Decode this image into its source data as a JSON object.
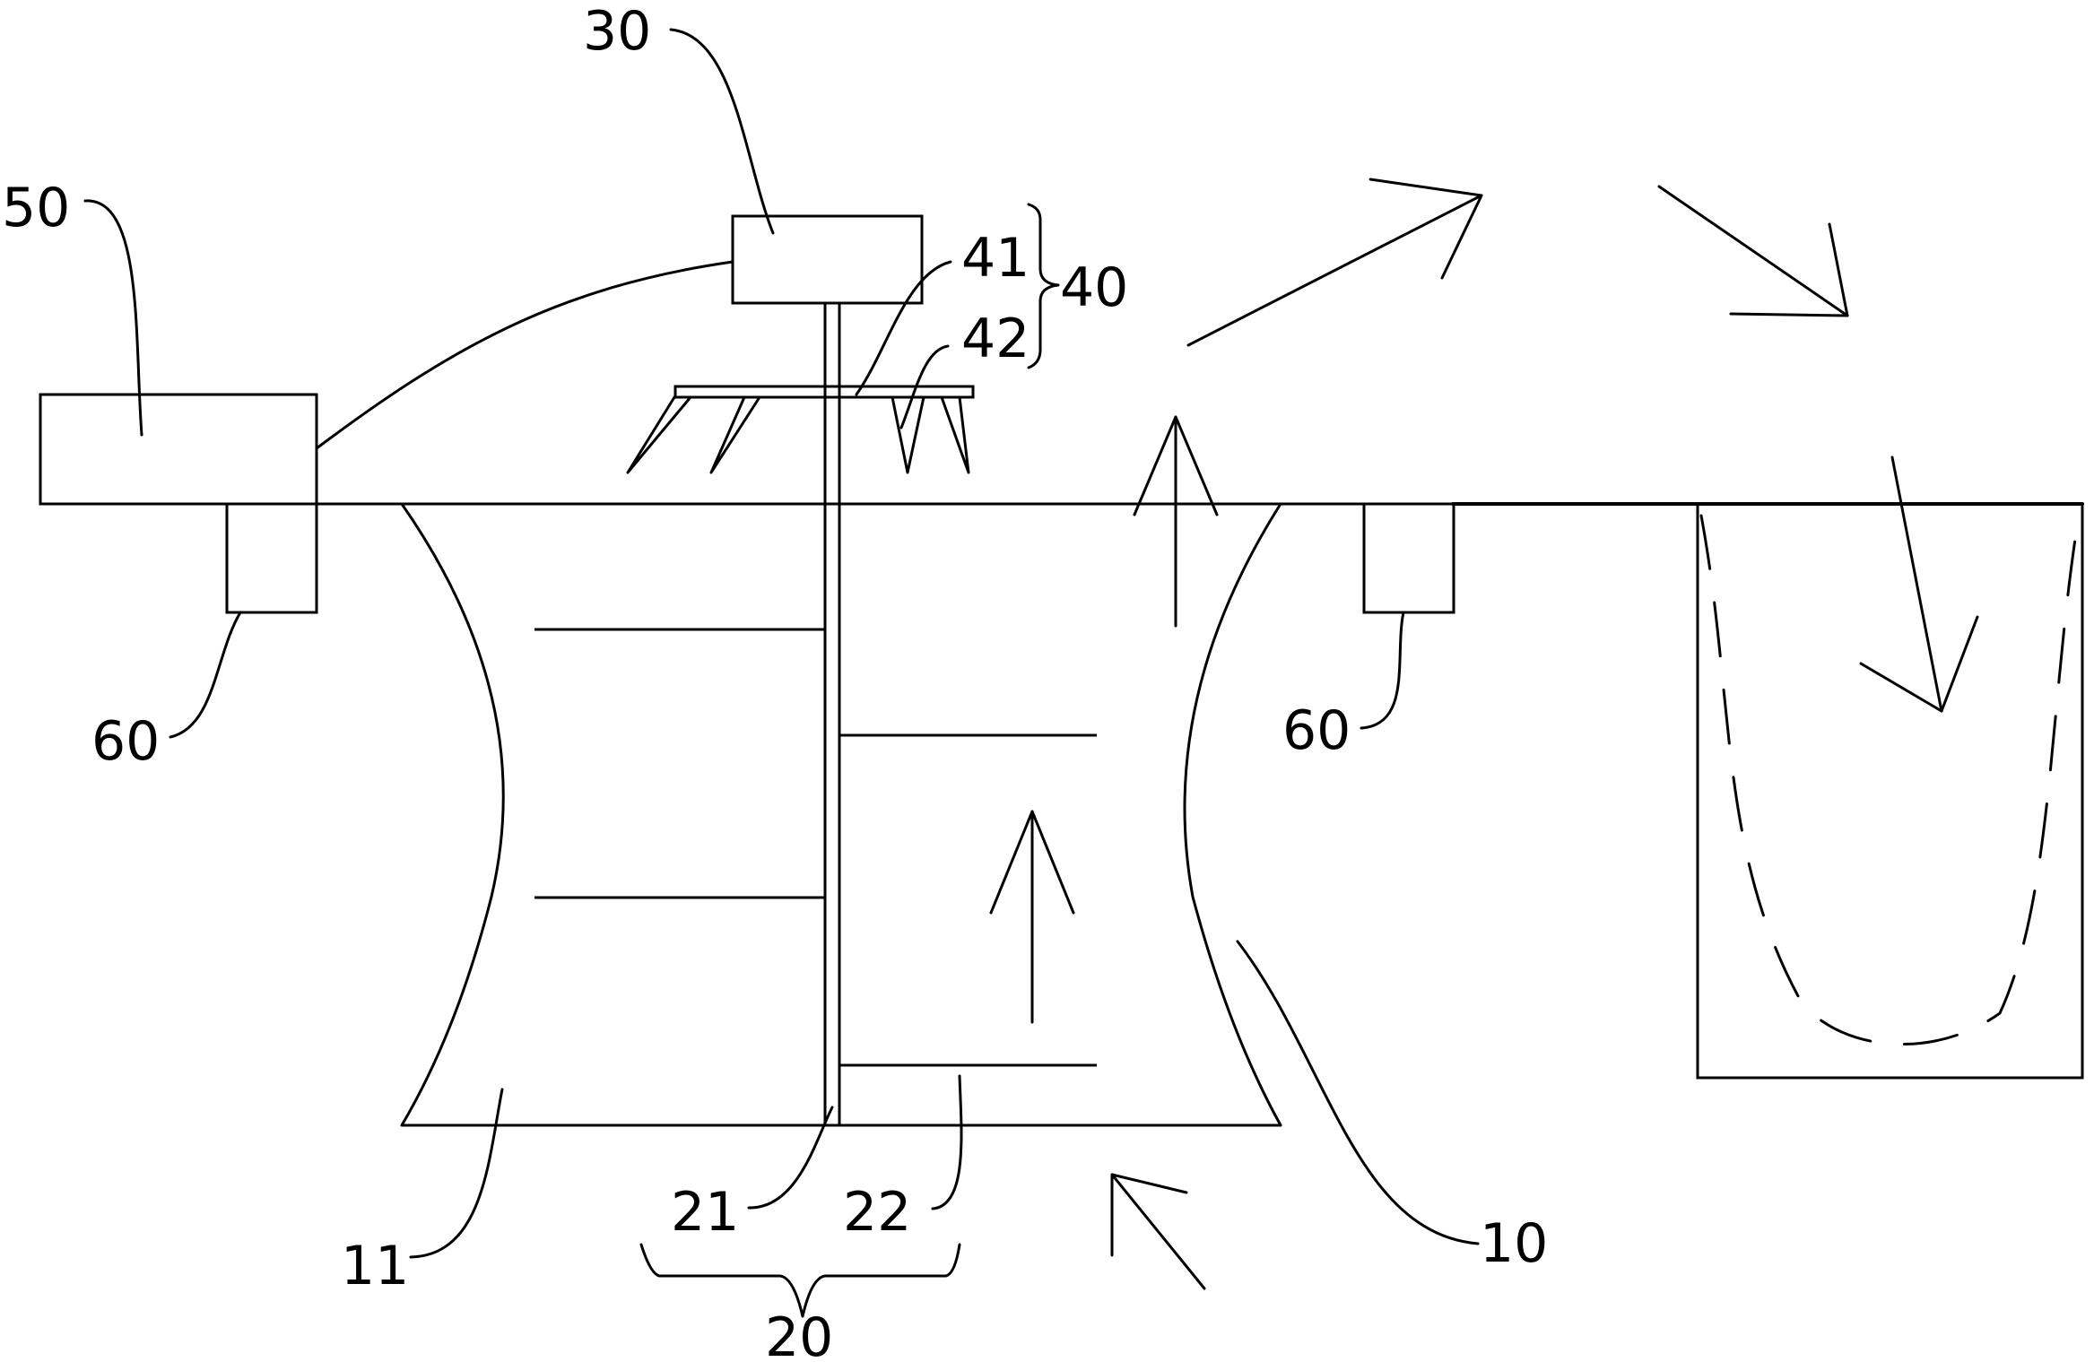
{
  "labels": {
    "l10": "10",
    "l11": "11",
    "l20": "20",
    "l21": "21",
    "l22": "22",
    "l30": "30",
    "l40": "40",
    "l41": "41",
    "l42": "42",
    "l50": "50",
    "l60a": "60",
    "l60b": "60"
  }
}
